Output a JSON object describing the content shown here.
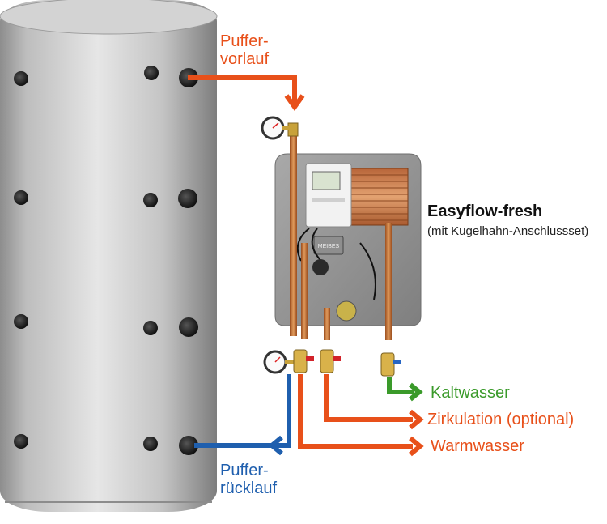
{
  "labels": {
    "puffervorlauf_line1": "Puffer-",
    "puffervorlauf_line2": "vorlauf",
    "pufferruecklauf_line1": "Puffer-",
    "pufferruecklauf_line2": "rücklauf",
    "station_title": "Easyflow-fresh",
    "station_subtitle": "(mit Kugelhahn-Anschlussset)",
    "kaltwasser": "Kaltwasser",
    "zirkulation": "Zirkulation (optional)",
    "warmwasser": "Warmwasser"
  },
  "module_brand": "MEIBES",
  "colors": {
    "hot_line": "#e8501a",
    "return_line": "#1f5fae",
    "cold_line": "#3a9a2a",
    "tank_body": "#c9c9c9",
    "copper": "#c8733a"
  },
  "icons": [
    "tank",
    "port",
    "pressure-gauge",
    "ball-valve",
    "heat-exchanger",
    "controller-display",
    "circulation-pump",
    "flow-arrow"
  ]
}
